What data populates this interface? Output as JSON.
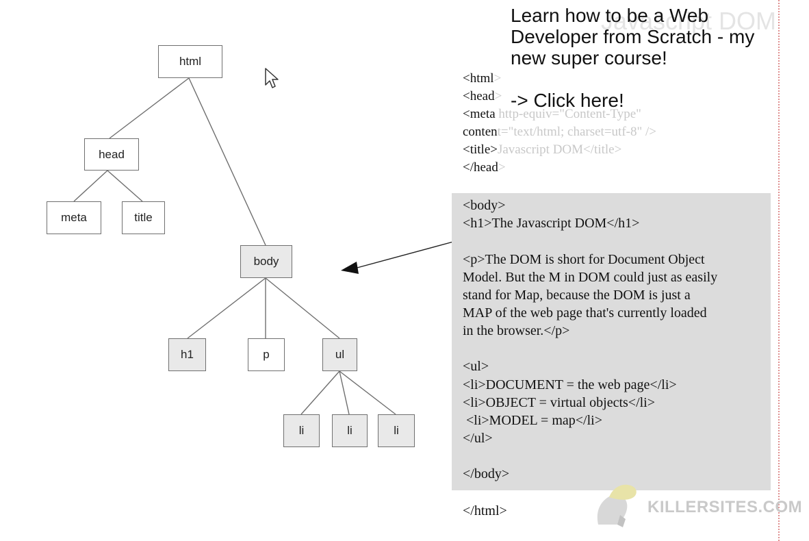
{
  "promo": {
    "course_line1": "Learn how to be a Web",
    "course_line2": "Developer from Scratch - my",
    "course_line3": "new super course!",
    "click_here": "-> Click here!"
  },
  "ghost_title": "Javascript DOM",
  "tree": {
    "nodes": {
      "html": "html",
      "head": "head",
      "meta": "meta",
      "title": "title",
      "body": "body",
      "h1": "h1",
      "p": "p",
      "ul": "ul",
      "li1": "li",
      "li2": "li",
      "li3": "li"
    }
  },
  "code": {
    "html_open_dark": "<html",
    "html_open_faded": ">",
    "head_open_dark": "<head",
    "head_open_faded": ">",
    "meta_dark": "<meta",
    "meta_faded": " http-equiv=\"Content-Type\"",
    "content_dark": "conten",
    "content_faded": "t=\"text/html; charset=utf-8\" />",
    "title_dark": "<title>",
    "title_faded": "Javascript DOM</title>",
    "head_close_dark": "</head",
    "head_close_faded": ">",
    "body_lines": [
      "<body>",
      "<h1>The Javascript DOM</h1>",
      "",
      "<p>The DOM is short for Document Object",
      "Model. But the M in DOM could just as easily",
      "stand for Map, because the DOM is just a",
      "MAP of the web page that's currently loaded",
      "in the browser.</p>",
      "",
      "<ul>",
      "<li>DOCUMENT = the web page</li>",
      "<li>OBJECT = virtual objects</li>",
      " <li>MODEL = map</li>",
      "</ul>",
      "",
      "</body>"
    ],
    "html_close": "</html>"
  },
  "watermark": "KILLERSITES.COM"
}
